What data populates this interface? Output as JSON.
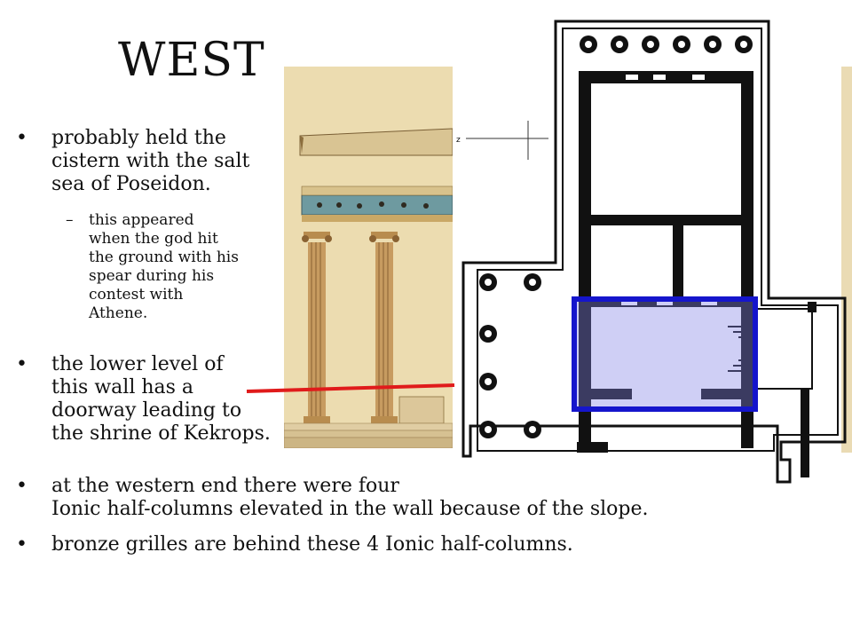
{
  "slide": {
    "title": "WEST",
    "bullets": [
      {
        "text_lines": [
          "probably held the",
          "cistern with the salt",
          "sea of Poseidon."
        ]
      },
      {
        "text_lines": [
          "the lower level of",
          "this wall has a",
          "doorway leading to",
          "the shrine of Kekrops."
        ]
      },
      {
        "text_lines": [
          "at the western end there were four",
          "Ionic half-columns elevated in the wall because of the slope."
        ]
      },
      {
        "text_lines": [
          "bronze grilles are behind these 4 Ionic half-columns."
        ]
      }
    ],
    "sub_bullet": {
      "text_lines": [
        "this appeared",
        "when the god hit",
        "the ground with his",
        "spear during his",
        "contest with",
        "Athene."
      ]
    },
    "bullet_marker": "•",
    "dash_marker": "–",
    "plan_label": "z"
  },
  "colors": {
    "highlight_box": "#1515cc",
    "highlight_fill": "#c8c8f4",
    "red_line": "#e01b1b",
    "stone": "#ecdcb0"
  }
}
